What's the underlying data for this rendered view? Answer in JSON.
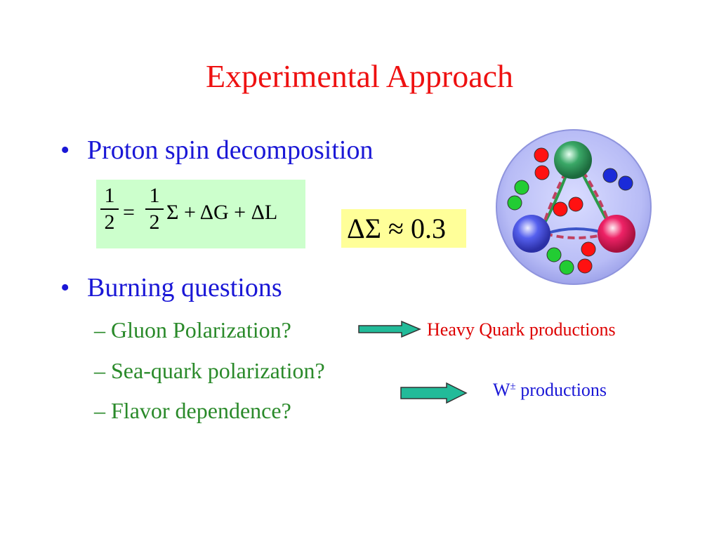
{
  "slide": {
    "title": "Experimental Approach",
    "bullets": [
      {
        "marker": "•",
        "text": "Proton spin decomposition"
      },
      {
        "marker": "•",
        "text": "Burning questions"
      }
    ],
    "subitems": [
      {
        "marker": "–",
        "text": "Gluon Polarization?"
      },
      {
        "marker": "–",
        "text": "Sea-quark polarization?"
      },
      {
        "marker": "–",
        "text": "Flavor dependence?"
      }
    ],
    "equation": {
      "lhs_num": "1",
      "lhs_den": "2",
      "equals": "=",
      "rhs_num": "1",
      "rhs_den": "2",
      "rest": "Σ + ΔG + ΔL"
    },
    "delta_sigma": "ΔΣ ≈ 0.3",
    "notes": {
      "heavy_quark": "Heavy Quark productions",
      "w_prefix": "W",
      "w_sup": "±",
      "w_suffix": " productions"
    },
    "colors": {
      "title": "#ee1111",
      "bullet": "#1a17d6",
      "subitem": "#2a8a2a",
      "equation_bg": "#ccffcc",
      "delta_bg": "#ffff99",
      "arrow_fill": "#22bb99",
      "heavy_quark_text": "#dd0000",
      "w_text": "#1a17d6"
    },
    "icons": [
      "arrow-right-icon",
      "proton-diagram-icon"
    ]
  }
}
